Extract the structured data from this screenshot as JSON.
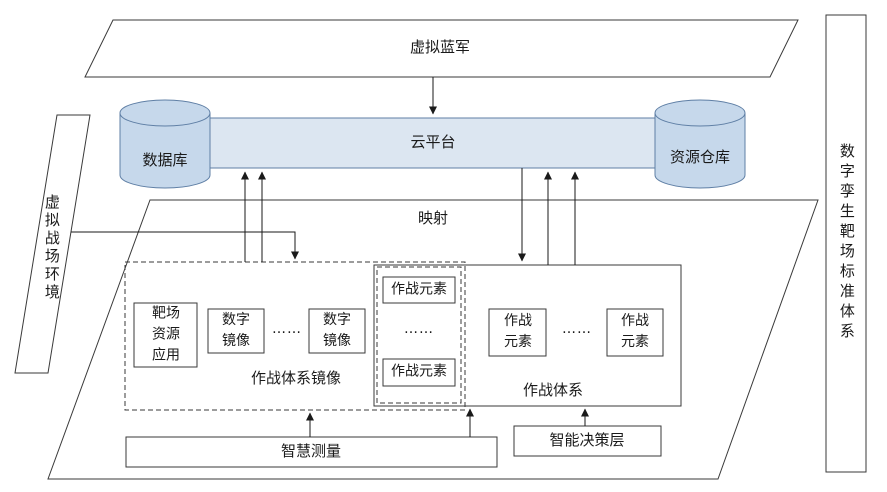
{
  "colors": {
    "bar_fill": "#dce6f1",
    "cylinder_fill": "#c6d8eb",
    "blue_stroke": "#5f7fa5",
    "box_stroke": "#3a3a3a",
    "line": "#1a1a1a"
  },
  "labels": {
    "virtual_blue_army": "虚拟蓝军",
    "cloud_platform": "云平台",
    "database": "数据库",
    "resource_warehouse": "资源仓库",
    "virtual_battlefield_env": "虚拟战场环境",
    "standard_system": "数字孪生靶场标准体系",
    "mapping": "映射",
    "range_resource_app": "靶场\n资源\n应用",
    "digital_mirror_1": "数字\n镜像",
    "mirror_dots": "……",
    "digital_mirror_2": "数字\n镜像",
    "mirror_group": "作战体系镜像",
    "shared_element_top": "作战元素",
    "shared_dots": "……",
    "shared_element_bottom": "作战元素",
    "combat_element_1": "作战\n元素",
    "combat_dots": "……",
    "combat_element_2": "作战\n元素",
    "combat_system": "作战体系",
    "smart_measurement": "智慧测量",
    "intelligent_decision_layer": "智能决策层"
  }
}
